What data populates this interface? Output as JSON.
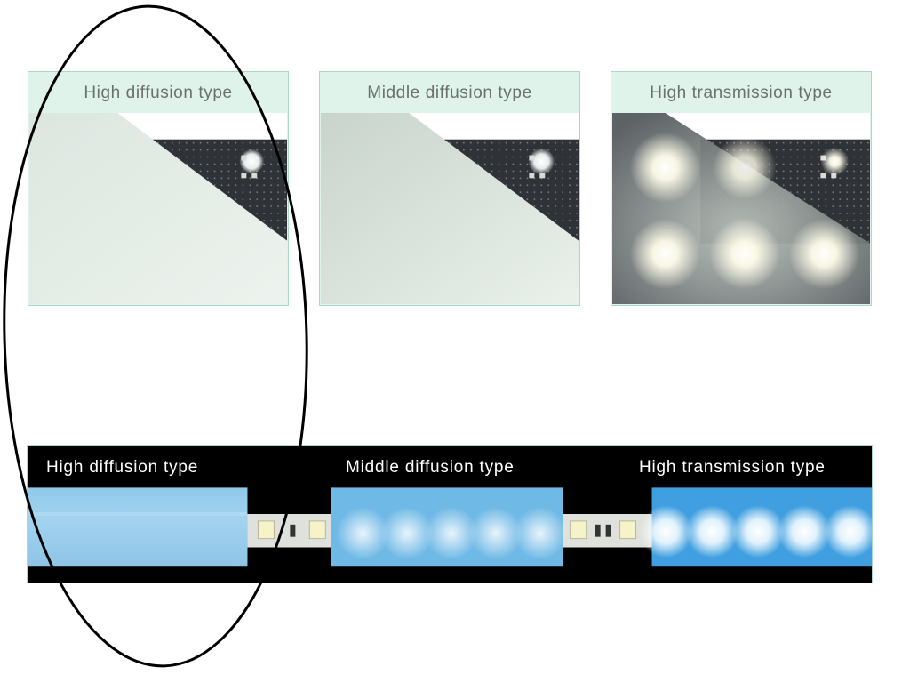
{
  "top_panels": [
    {
      "title": "High diffusion type",
      "variant": "high-diffusion"
    },
    {
      "title": "Middle diffusion type",
      "variant": "middle-diffusion"
    },
    {
      "title": "High transmission type",
      "variant": "high-transmission"
    }
  ],
  "strip_labels": [
    "High diffusion type",
    "Middle diffusion type",
    "High transmission type"
  ],
  "colors": {
    "panel_border": "#a9d9c2",
    "panel_header_bg": "#dff3ea",
    "diffuser_surface": "#e6eee8",
    "pcb_dark": "#2f3236",
    "strip_bg": "#000000",
    "strip_diffuser_blue": "#8ec8ea",
    "ellipse_stroke": "#000000"
  }
}
